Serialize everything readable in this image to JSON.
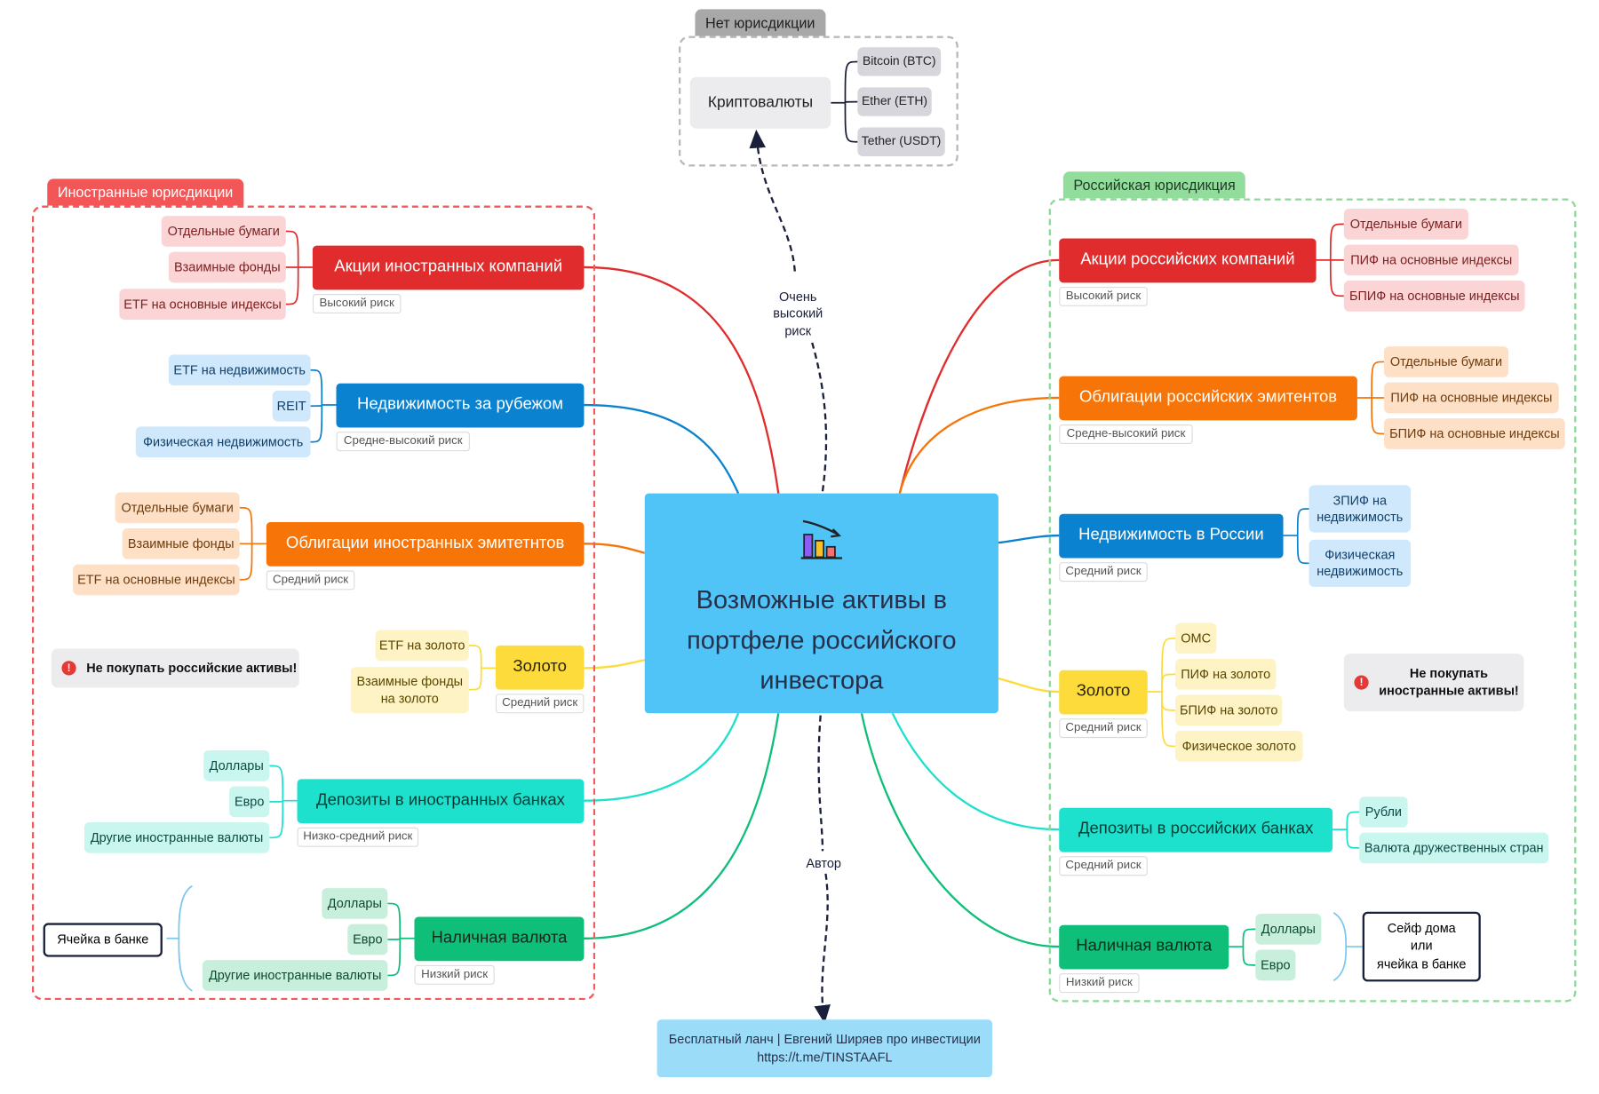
{
  "center": {
    "title": "Возможные активы в\nпортфеле российского\nинвестора",
    "icon": "declining-bar-chart-icon"
  },
  "top": {
    "tag": "Нет юрисдикции",
    "main": "Криптовалюты",
    "items": [
      "Bitcoin (BTC)",
      "Ether (ETH)",
      "Tether (USDT)"
    ],
    "edge_label": "Очень\nвысокий\nриск"
  },
  "bottom": {
    "edge_label": "Автор",
    "footer_line1": "Бесплатный ланч | Евгений Ширяев про инвестиции",
    "footer_line2": "https://t.me/TINSTAAFL"
  },
  "left": {
    "tag": "Иностранные юрисдикции",
    "warning": "Не покупать российские активы!",
    "note": "Ячейка в банке",
    "branches": [
      {
        "title": "Акции иностранных компаний",
        "risk": "Высокий риск",
        "color": "#e02c2c",
        "items": [
          "Отдельные бумаги",
          "Взаимные фонды",
          "ETF на основные индексы"
        ]
      },
      {
        "title": "Недвижимость за рубежом",
        "risk": "Средне-высокий риск",
        "color": "#0b82d0",
        "items": [
          "ETF на недвижимость",
          "REIT",
          "Физическая недвижимость"
        ]
      },
      {
        "title": "Облигации иностранных эмитетнтов",
        "risk": "Средний риск",
        "color": "#f77408",
        "items": [
          "Отдельные бумаги",
          "Взаимные фонды",
          "ETF на основные индексы"
        ]
      },
      {
        "title": "Золото",
        "risk": "Средний риск",
        "color": "#fddb3a",
        "items": [
          "ETF на золото",
          "Взаимные фонды\nна золото"
        ]
      },
      {
        "title": "Депозиты в иностранных банках",
        "risk": "Низко-средний риск",
        "color": "#1de1cc",
        "items": [
          "Доллары",
          "Евро",
          "Другие иностранные валюты"
        ]
      },
      {
        "title": "Наличная валюта",
        "risk": "Низкий риск",
        "color": "#0ebe79",
        "items": [
          "Доллары",
          "Евро",
          "Другие иностранные валюты"
        ]
      }
    ]
  },
  "right": {
    "tag": "Российская юрисдикция",
    "warning": "Не покупать\nиностранные активы!",
    "note": "Сейф дома\nили\nячейка в банке",
    "branches": [
      {
        "title": "Акции российских компаний",
        "risk": "Высокий риск",
        "color": "#e02c2c",
        "items": [
          "Отдельные бумаги",
          "ПИФ на основные индексы",
          "БПИФ на основные индексы"
        ]
      },
      {
        "title": "Облигации российских эмитентов",
        "risk": "Средне-высокий риск",
        "color": "#f77408",
        "items": [
          "Отдельные бумаги",
          "ПИФ на основные индексы",
          "БПИФ на основные индексы"
        ]
      },
      {
        "title": "Недвижимость в России",
        "risk": "Средний риск",
        "color": "#0b82d0",
        "items": [
          "ЗПИФ на\nнедвижимость",
          "Физическая\nнедвижимость"
        ]
      },
      {
        "title": "Золото",
        "risk": "Средний риск",
        "color": "#fddb3a",
        "items": [
          "ОМС",
          "ПИФ на золото",
          "БПИФ на золото",
          "Физическое золото"
        ]
      },
      {
        "title": "Депозиты в российских банках",
        "risk": "Средний риск",
        "color": "#1de1cc",
        "items": [
          "Рубли",
          "Валюта дружественных стран"
        ]
      },
      {
        "title": "Наличная валюта",
        "risk": "Низкий риск",
        "color": "#0ebe79",
        "items": [
          "Доллары",
          "Евро"
        ]
      }
    ]
  }
}
